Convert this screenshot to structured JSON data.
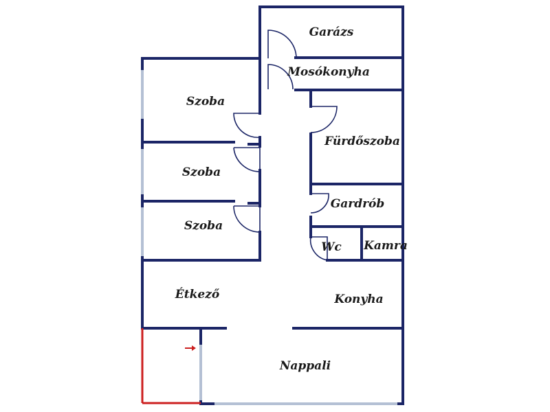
{
  "colors": {
    "wall": "#1b2566",
    "window": "#b4c0d4",
    "accent": "#cc1f1f"
  },
  "icons": {
    "entrance_arrow": "arrow-right"
  },
  "rooms": {
    "garazs": "Garázs",
    "mosokonyha": "Mosókonyha",
    "szoba_1": "Szoba",
    "szoba_2": "Szoba",
    "szoba_3": "Szoba",
    "furdoszoba": "Fürdőszoba",
    "gardrob": "Gardrób",
    "wc": "Wc",
    "kamra": "Kamra",
    "etkezo": "Étkező",
    "konyha": "Konyha",
    "nappali": "Nappali"
  }
}
